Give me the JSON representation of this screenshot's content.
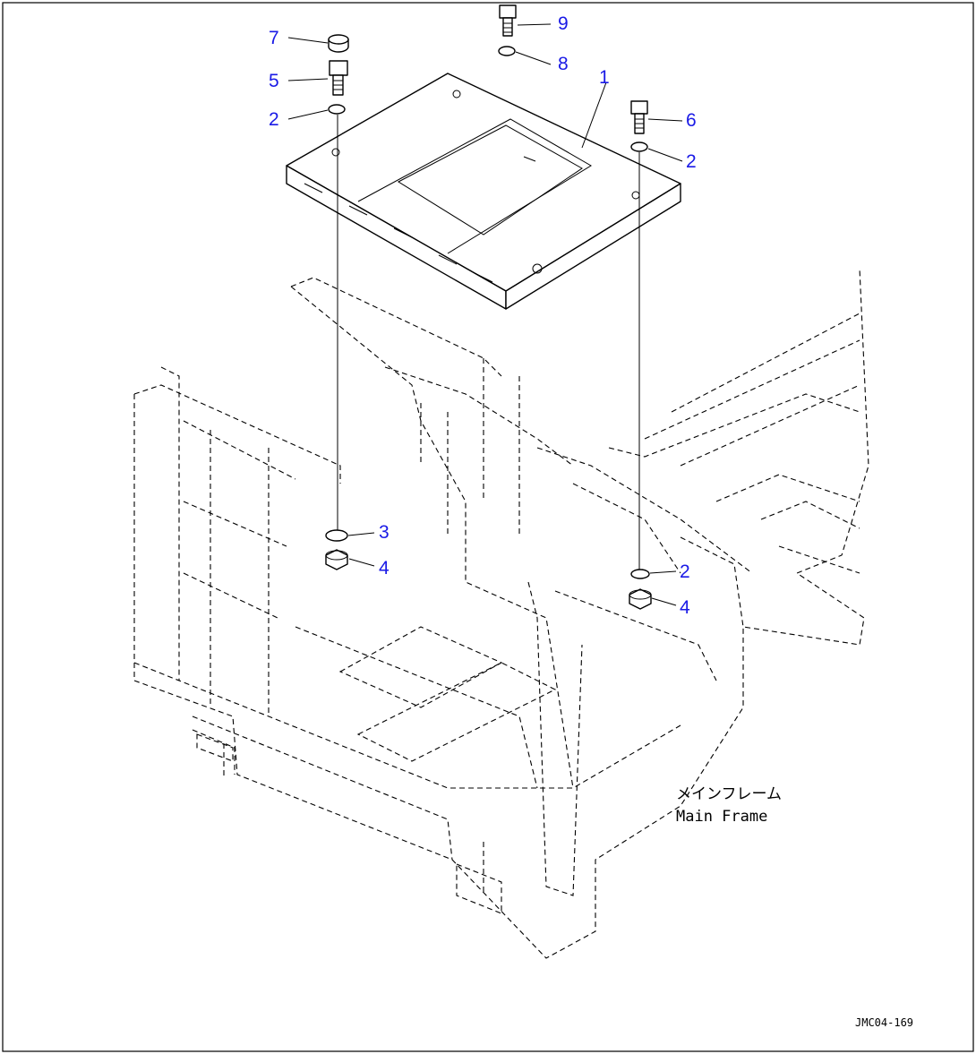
{
  "callouts": [
    {
      "id": "c7",
      "text": "7"
    },
    {
      "id": "c9",
      "text": "9"
    },
    {
      "id": "c8",
      "text": "8"
    },
    {
      "id": "c5",
      "text": "5"
    },
    {
      "id": "c1",
      "text": "1"
    },
    {
      "id": "c2a",
      "text": "2"
    },
    {
      "id": "c6",
      "text": "6"
    },
    {
      "id": "c2b",
      "text": "2"
    },
    {
      "id": "c3",
      "text": "3"
    },
    {
      "id": "c4a",
      "text": "4"
    },
    {
      "id": "c2c",
      "text": "2"
    },
    {
      "id": "c4b",
      "text": "4"
    }
  ],
  "caption": {
    "japanese": "メインフレーム",
    "english": "Main Frame"
  },
  "drawing_number": "JMC04-169",
  "colors": {
    "callout": "#1a1ae6",
    "line": "#000000",
    "background": "#ffffff"
  }
}
